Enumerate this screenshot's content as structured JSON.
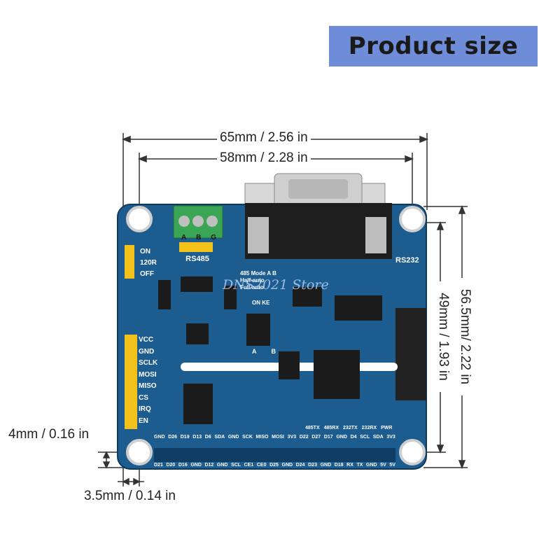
{
  "title": "Product size",
  "dimensions": {
    "overall_width": "65mm  / 2.56 in",
    "hole_spacing_width": "58mm  / 2.28 in",
    "overall_height": "56.5mm/ 2.22 in",
    "hole_spacing_height": "49mm  / 1.93 in",
    "hole_offset_vertical": "4mm  / 0.16 in",
    "hole_offset_horizontal": "3.5mm / 0.14 in"
  },
  "watermark": "DNS2021 Store",
  "board": {
    "rs485_label": "RS485",
    "rs485_terminals": [
      "A",
      "B",
      "G"
    ],
    "rs232_label": "RS232",
    "jumper_labels": [
      "ON",
      "120R",
      "OFF"
    ],
    "mode_table": [
      "485 Mode",
      "A",
      "B",
      "Half-auto",
      "Full-auto"
    ],
    "dip_labels": [
      "A",
      "B"
    ],
    "dip_header": [
      "ON",
      "KE"
    ],
    "spi_pins": [
      "VCC",
      "GND",
      "SCLK",
      "MOSI",
      "MISO",
      "CS",
      "IRQ",
      "EN"
    ],
    "leds": [
      "485TX",
      "485RX",
      "232TX",
      "232RX",
      "PWR"
    ],
    "gpio_top": [
      "GND",
      "D26",
      "D19",
      "D13",
      "D6",
      "SDA",
      "GND",
      "SCK",
      "MISO",
      "MOSI",
      "3V3",
      "D22",
      "D27",
      "D17",
      "GND",
      "D4",
      "SCL",
      "SDA",
      "3V3"
    ],
    "gpio_bottom": [
      "D21",
      "D20",
      "D16",
      "GND",
      "D12",
      "GND",
      "SCL",
      "CE1",
      "CE0",
      "D25",
      "GND",
      "D24",
      "D23",
      "GND",
      "D18",
      "RX",
      "TX",
      "GND",
      "5V",
      "5V"
    ]
  },
  "colors": {
    "banner": "#6f8cd9",
    "pcb": "#1c5c8f",
    "terminal": "#3aa655"
  }
}
